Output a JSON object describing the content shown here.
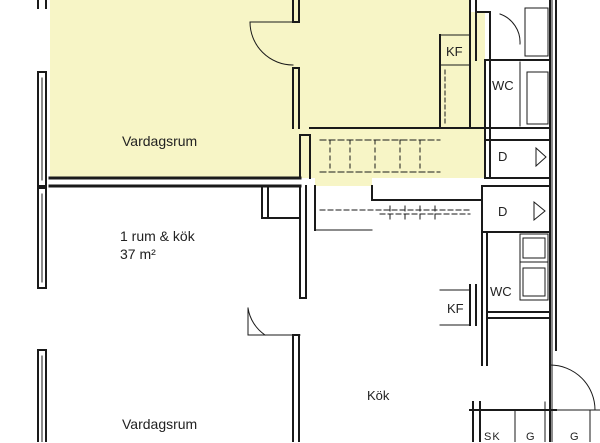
{
  "colors": {
    "highlight": "#f7f5c6",
    "wall": "#1a1a1a",
    "background": "#ffffff"
  },
  "labels": {
    "living_room_upper": "Vardagsrum",
    "kf_upper": "KF",
    "wc_upper": "WC",
    "d_upper": "D",
    "apartment_title": "1 rum & kök",
    "apartment_area": "37 m²",
    "d_lower": "D",
    "wc_lower": "WC",
    "kf_lower": "KF",
    "kitchen": "Kök",
    "living_room_lower": "Vardagsrum",
    "sk": "SK",
    "g1": "G",
    "g2": "G"
  }
}
